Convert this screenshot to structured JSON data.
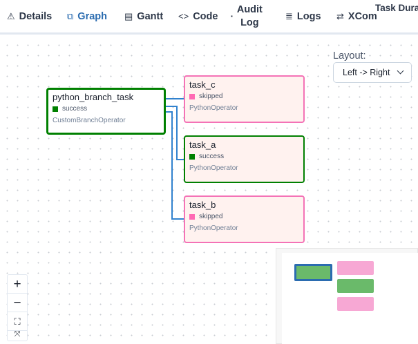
{
  "tabs": [
    {
      "label": "Details",
      "icon": "⚠"
    },
    {
      "label": "Graph",
      "icon": "⧉",
      "active": true
    },
    {
      "label": "Gantt",
      "icon": "▤"
    },
    {
      "label": "Code",
      "icon": "<>"
    },
    {
      "label": "Audit\nLog",
      "icon": "▪"
    },
    {
      "label": "Logs",
      "icon": "≣"
    },
    {
      "label": "XCom",
      "icon": "⇄"
    },
    {
      "label": "Task Dura",
      "icon": ""
    }
  ],
  "layout": {
    "label": "Layout:",
    "value": "Left -> Right"
  },
  "nodes": {
    "python_branch_task": {
      "name": "python_branch_task",
      "state": "success",
      "operator": "CustomBranchOperator"
    },
    "task_c": {
      "name": "task_c",
      "state": "skipped",
      "operator": "PythonOperator"
    },
    "task_a": {
      "name": "task_a",
      "state": "success",
      "operator": "PythonOperator"
    },
    "task_b": {
      "name": "task_b",
      "state": "skipped",
      "operator": "PythonOperator"
    }
  },
  "colors": {
    "success": "#008000",
    "skipped": "#ff69b4",
    "edge": "#3182ce",
    "accent": "#2b6cb0"
  },
  "zoom": {
    "in": "+",
    "out": "−",
    "fit": "⛶",
    "lock": "⤧"
  }
}
